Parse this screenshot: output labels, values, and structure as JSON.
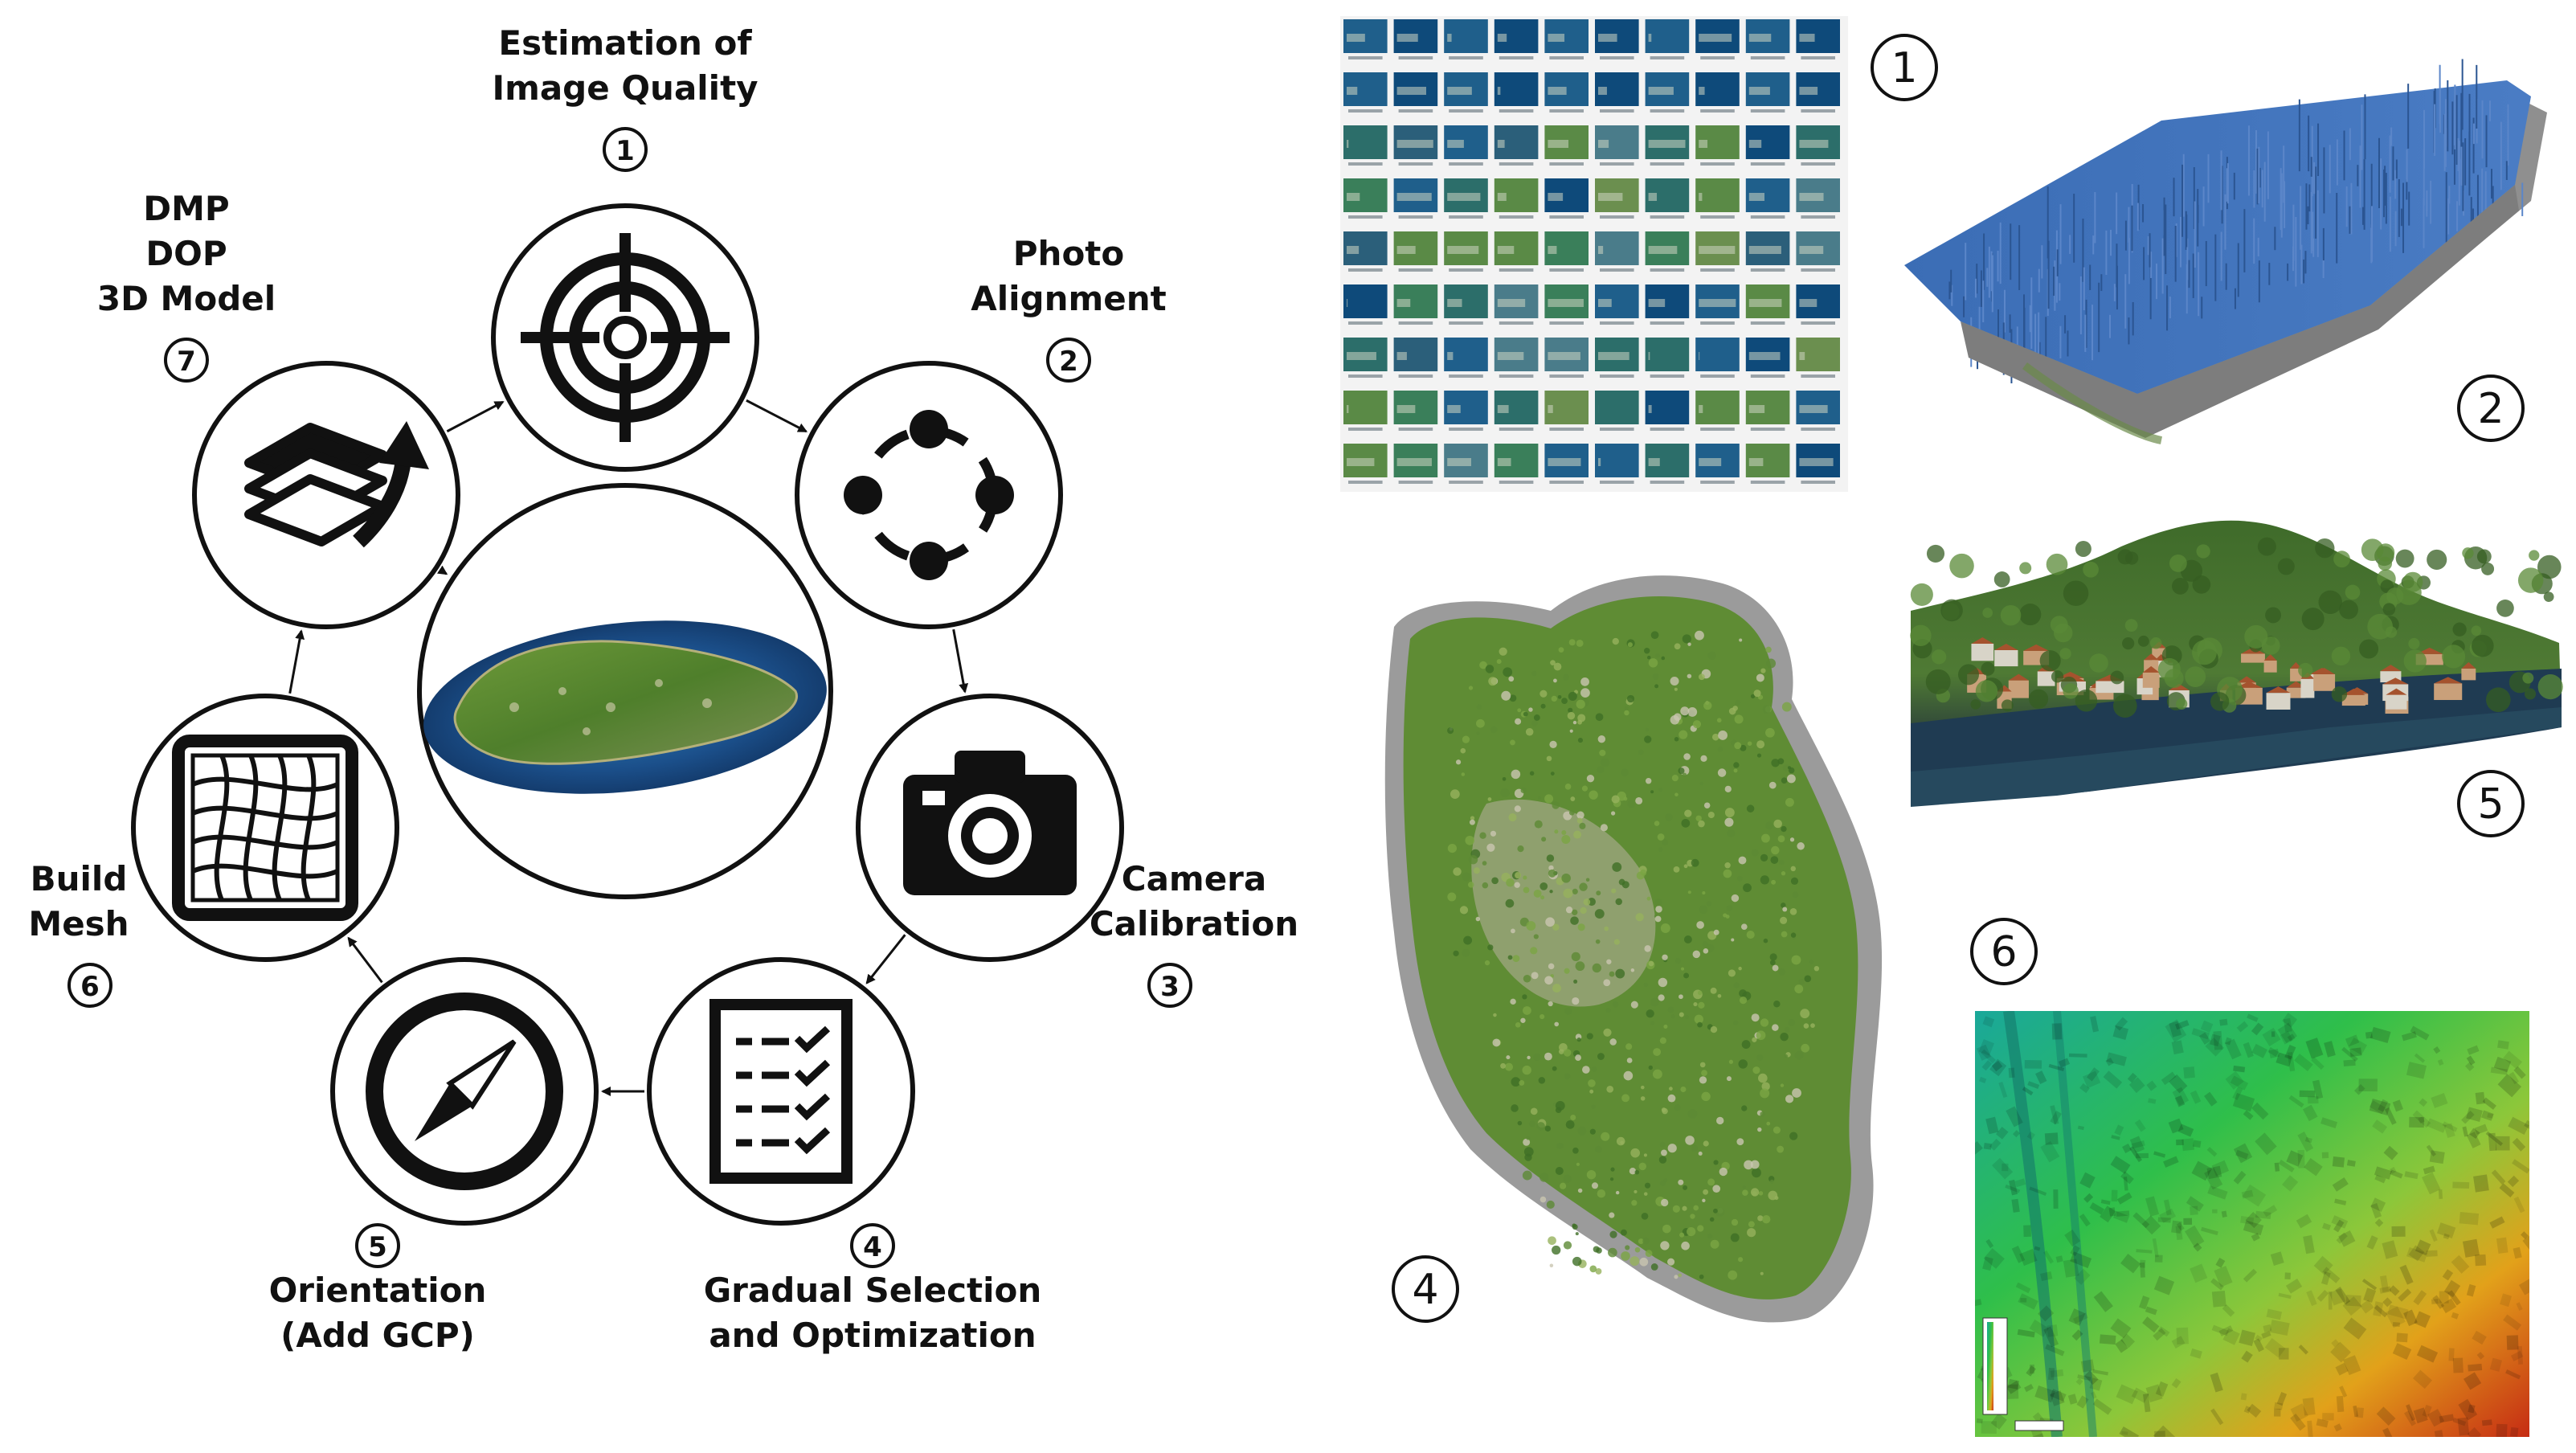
{
  "workflow": {
    "steps": [
      {
        "number": "1",
        "label_lines": [
          "Estimation of",
          "Image Quality"
        ],
        "icon": "target-icon"
      },
      {
        "number": "2",
        "label_lines": [
          "Photo",
          "Alignment"
        ],
        "icon": "alignment-nodes-icon"
      },
      {
        "number": "3",
        "label_lines": [
          "Camera",
          "Calibration"
        ],
        "icon": "camera-icon"
      },
      {
        "number": "4",
        "label_lines": [
          "Gradual Selection",
          "and Optimization"
        ],
        "icon": "checklist-icon"
      },
      {
        "number": "5",
        "label_lines": [
          "Orientation",
          "(Add GCP)"
        ],
        "icon": "compass-icon"
      },
      {
        "number": "6",
        "label_lines": [
          "Build",
          "Mesh"
        ],
        "icon": "mesh-grid-icon"
      },
      {
        "number": "7",
        "label_lines": [
          "DMP",
          "DOP",
          "3D Model"
        ],
        "icon": "layers-export-icon"
      }
    ],
    "center_image": "island-orthophoto"
  },
  "panels": [
    {
      "number": "1",
      "content": "image-thumbnail-grid"
    },
    {
      "number": "2",
      "content": "sparse-point-cloud"
    },
    {
      "number": "4",
      "content": "island-orthophoto"
    },
    {
      "number": "5",
      "content": "textured-3d-model"
    },
    {
      "number": "6",
      "content": "elevation-model"
    }
  ],
  "colors": {
    "water": "#3d6fb8",
    "vegetation": "#4a8a2a",
    "dem_low": "#1aa89a",
    "dem_high": "#c62c14"
  }
}
